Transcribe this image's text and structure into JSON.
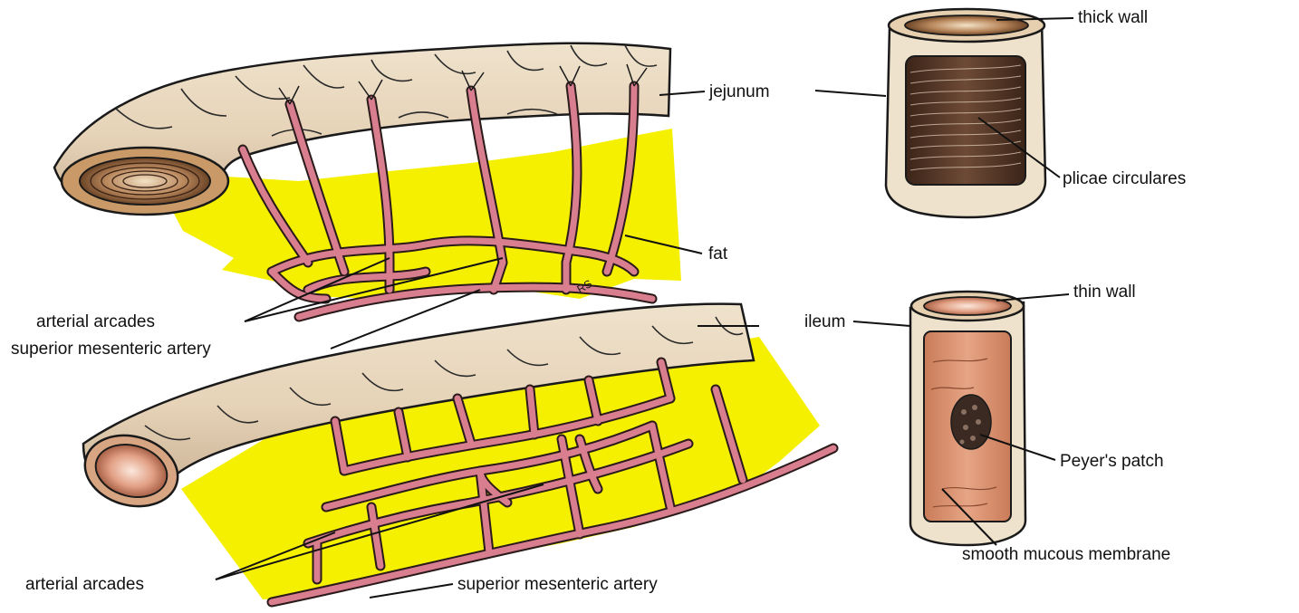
{
  "labels": {
    "jejunum": "jejunum",
    "thick_wall": "thick wall",
    "plicae_circulares": "plicae circulares",
    "fat": "fat",
    "arterial_arcades_top": "arterial arcades",
    "superior_mesenteric_artery_top": "superior mesenteric artery",
    "ileum": "ileum",
    "thin_wall": "thin wall",
    "peyers_patch": "Peyer's patch",
    "smooth_mucous_membrane": "smooth mucous membrane",
    "arterial_arcades_bottom": "arterial arcades",
    "superior_mesenteric_artery_bottom": "superior mesenteric artery"
  },
  "artist_mark": "RS",
  "colors": {
    "fat": "#f5ef00",
    "intestine": "#e9d8c0",
    "intestine_shade": "#cdb497",
    "vessel": "#d97e8f",
    "vessel_outline": "#2a1a1a",
    "jejunum_lining": "#5a3a2a",
    "ileum_lining": "#d8926e",
    "outline": "#1a1a1a"
  }
}
